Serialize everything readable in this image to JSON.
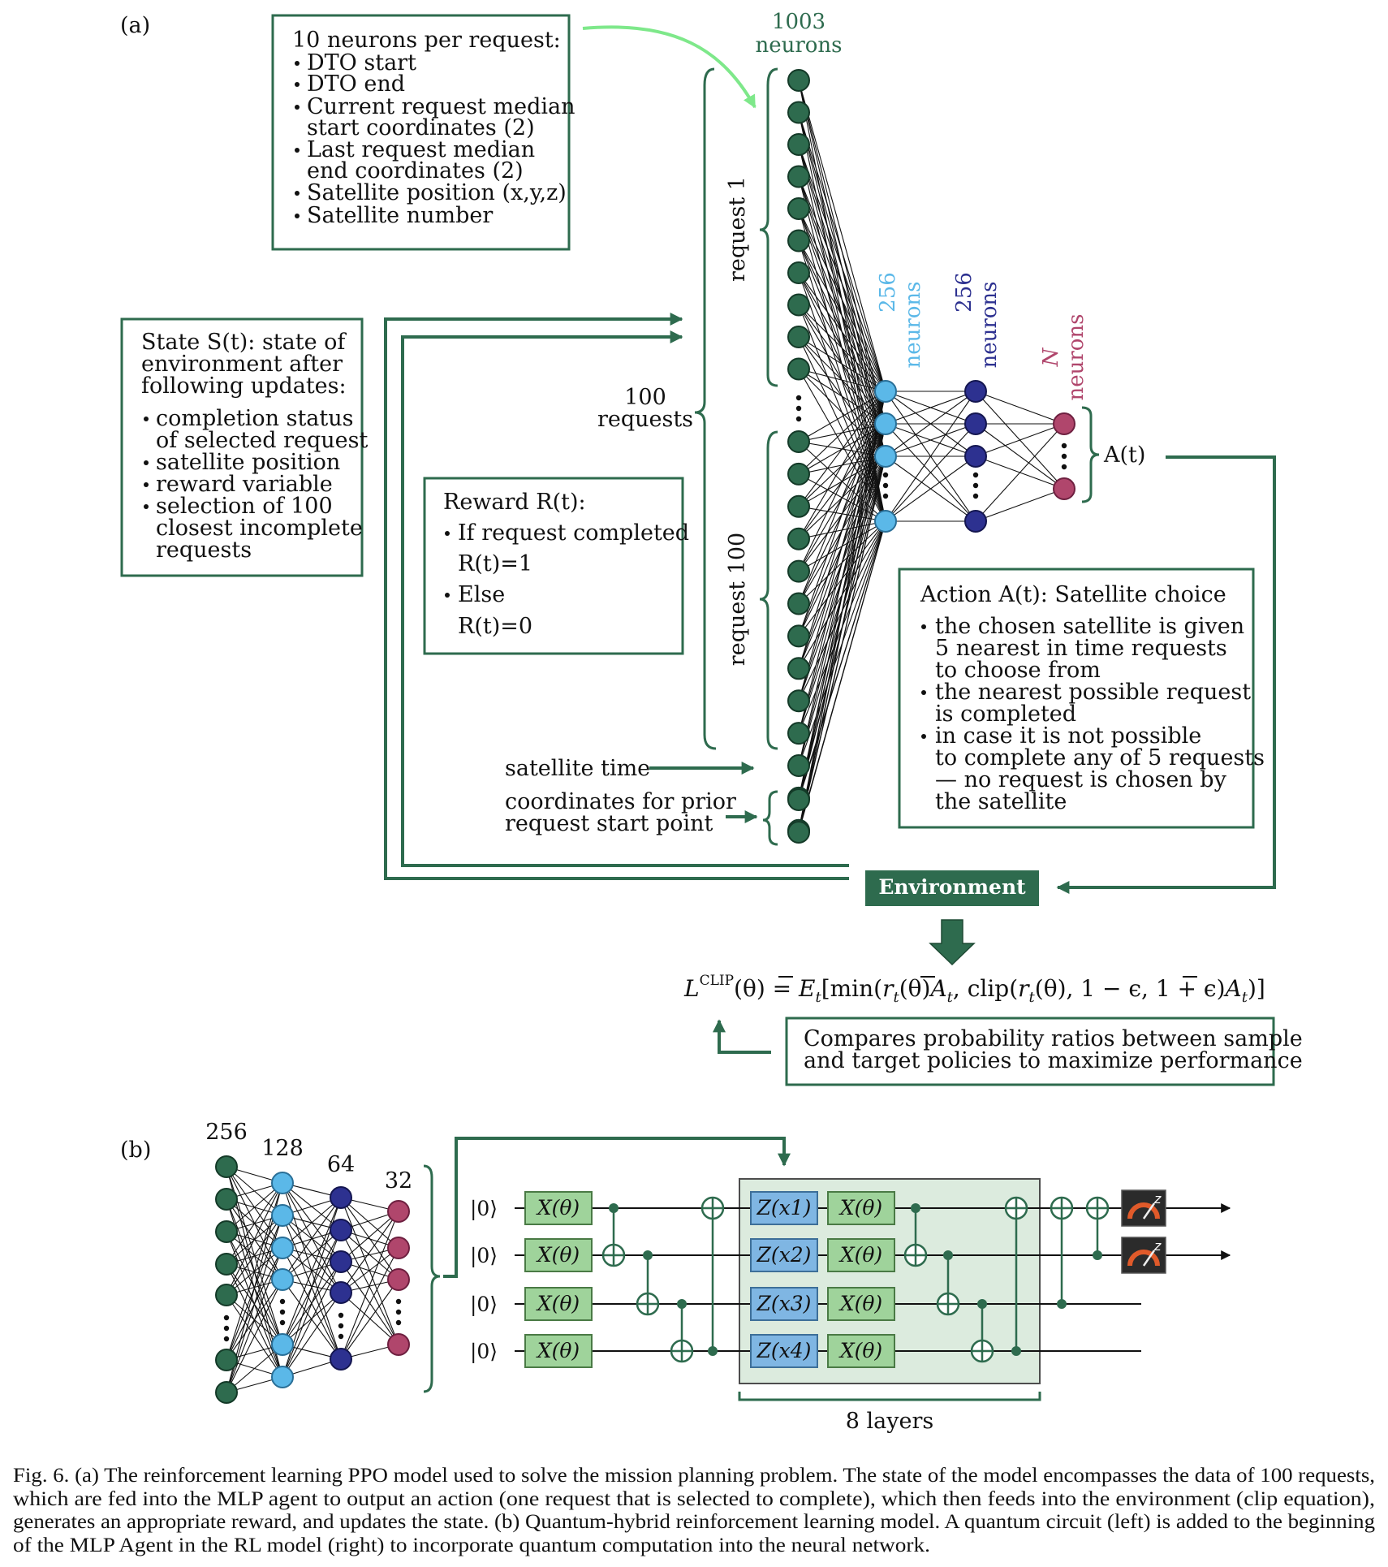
{
  "panel_a": {
    "label": "(a)",
    "features_box": {
      "title": "10 neurons per request:",
      "items": [
        "DTO start",
        "DTO end",
        "Current request median",
        "start coordinates (2)",
        "Last request median",
        "end coordinates (2)",
        "Satellite position (x,y,z)",
        "Satellite number"
      ]
    },
    "state_box": {
      "lines": [
        "State S(t): state of",
        "environment after",
        "following updates:"
      ],
      "items": [
        "completion status",
        "of selected request",
        "satellite position",
        "reward variable",
        "selection of 100",
        "closest incomplete",
        "requests"
      ]
    },
    "reward_box": {
      "title": "Reward R(t):",
      "lines": [
        "If request completed",
        "R(t)=1",
        "Else",
        "R(t)=0"
      ]
    },
    "action_box": {
      "title": "Action A(t): Satellite choice",
      "lines": [
        "the chosen satellite is given",
        "5 nearest in time requests",
        "to choose from",
        "the nearest possible request",
        "is completed",
        "in case it is not possible",
        "to complete any of 5 requests",
        "— no request is chosen by",
        "the satellite"
      ]
    },
    "input_count": "1003",
    "input_unit": "neurons",
    "hidden1_count": "256",
    "hidden2_count": "256",
    "output_count": "N",
    "layer_unit": "neurons",
    "request1_label": "request 1",
    "request100_label": "request 100",
    "requests_count": "100",
    "requests_word": "requests",
    "satellite_time": "satellite time",
    "prior_coords_1": "coordinates for prior",
    "prior_coords_2": "request start point",
    "action_label": "A(t)",
    "environment_label": "Environment",
    "compare_line1": "Compares probability ratios between sample",
    "compare_line2": "and target policies to maximize performance",
    "equation": {
      "L": "L",
      "sup": "CLIP",
      "part1": "(θ) = ",
      "E": "E",
      "sub_t": "t",
      "part2": "[min(",
      "r": "r",
      "part3": "(θ)",
      "A": "A",
      "part4": ", clip(",
      "part5": "(θ), 1 − ϵ, 1 + ϵ)",
      "part6": ")]"
    },
    "colors": {
      "green": "#2e6b4e",
      "light_blue": "#5bb8e8",
      "dark_blue": "#2d3190",
      "magenta": "#b0466c"
    }
  },
  "panel_b": {
    "label": "(b)",
    "layer_counts": [
      "256",
      "128",
      "64",
      "32"
    ],
    "ket": "|0⟩",
    "gate_X": "X(θ)",
    "gate_Z": [
      "Z(x1)",
      "Z(x2)",
      "Z(x3)",
      "Z(x4)"
    ],
    "layers_label": "8 layers",
    "meter_icon": "meter-icon"
  },
  "caption": {
    "lines": [
      "Fig. 6.  (a) The reinforcement learning PPO model used to solve the mission planning problem. The state of the model encompasses the data of 100 requests,",
      "which are fed into the MLP agent to output an action (one request that is selected to complete), which then feeds into the environment (clip equation),",
      "generates an appropriate reward, and updates the state. (b) Quantum-hybrid reinforcement learning model. A quantum circuit (left) is added to the beginning",
      "of the MLP Agent in the RL model (right) to incorporate quantum computation into the neural network."
    ]
  }
}
